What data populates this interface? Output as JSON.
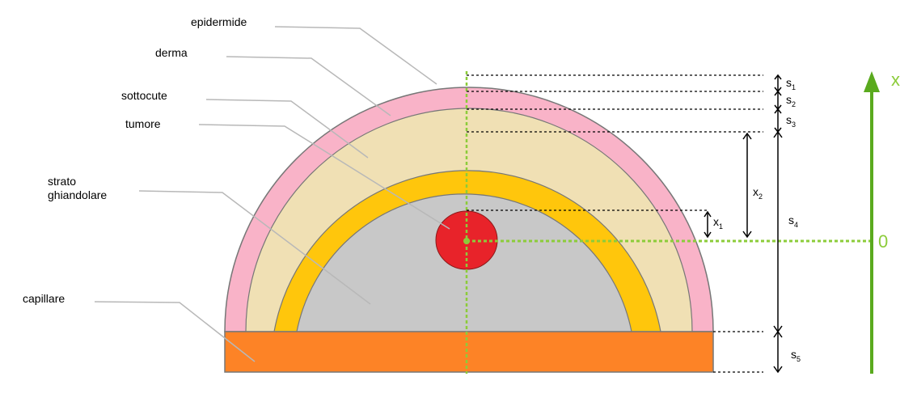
{
  "labels": {
    "epidermide": "epidermide",
    "derma": "derma",
    "sottocute": "sottocute",
    "tumore": "tumore",
    "strato_line1": "strato",
    "strato_line2": "ghiandolare",
    "capillare": "capillare"
  },
  "dimensions": {
    "s1": "s",
    "s1_sub": "1",
    "s2": "s",
    "s2_sub": "2",
    "s3": "s",
    "s3_sub": "3",
    "s4": "s",
    "s4_sub": "4",
    "s5": "s",
    "s5_sub": "5",
    "x1": "x",
    "x1_sub": "1",
    "x2": "x",
    "x2_sub": "2"
  },
  "axis": {
    "label": "x",
    "zero": "0"
  },
  "colors": {
    "epidermide": "#f9b3c8",
    "derma": "#f0e0b4",
    "sottocute": "#ffc60c",
    "strato": "#c8c8c8",
    "capillare": "#fd8326",
    "tumore": "#e8232a",
    "axis": "#5aaa1e",
    "dotted_green": "#8ccc3a"
  }
}
